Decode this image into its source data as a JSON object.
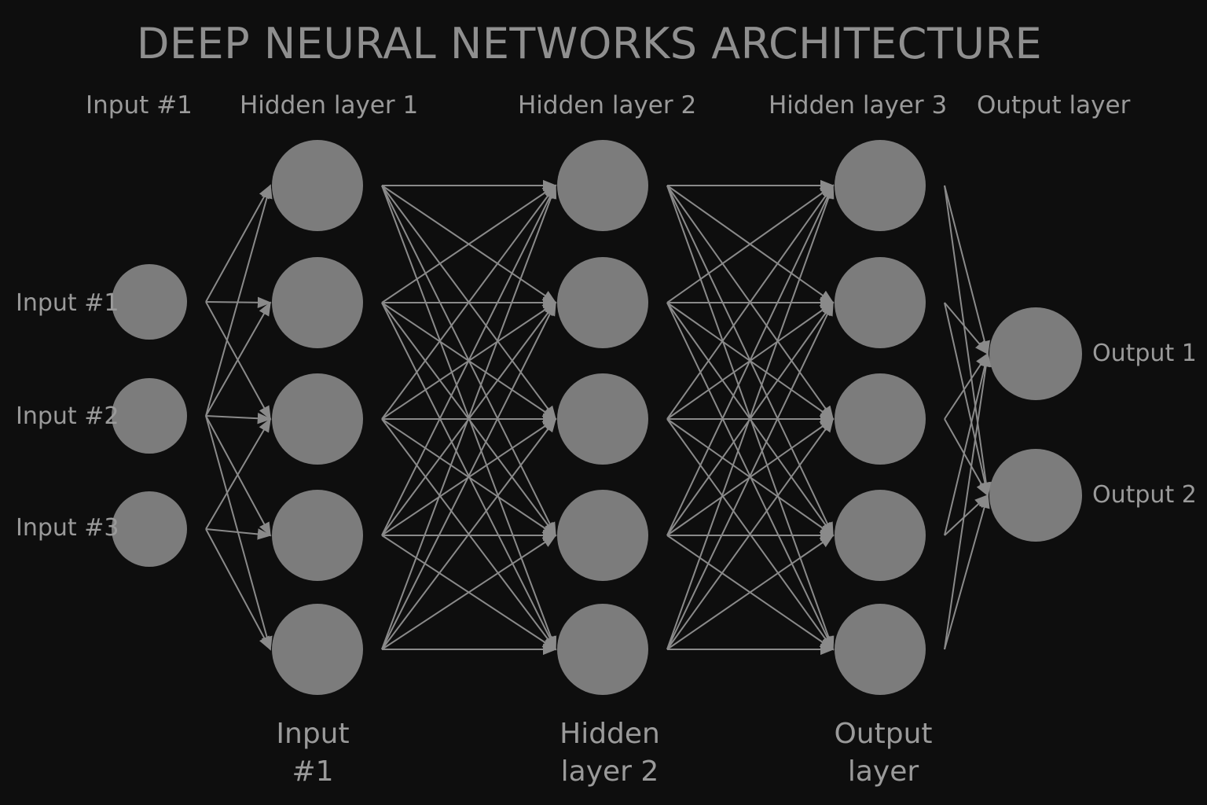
{
  "title": "DEEP NEURAL NETWORKS ARCHITECTURE",
  "column_headers": [
    "Input #1",
    "Hidden layer 1",
    "Hidden layer 2",
    "Hidden layer 3",
    "Output layer"
  ],
  "input_labels": [
    "Input #1",
    "Input #2",
    "Input #3"
  ],
  "output_labels": [
    "Output 1",
    "Output 2"
  ],
  "bottom_labels": [
    [
      "Input",
      "#1"
    ],
    [
      "Hidden",
      "layer 2"
    ],
    [
      "Output",
      "layer"
    ]
  ],
  "colors": {
    "background": "#0e0e0e",
    "node": "#7c7c7c",
    "edge": "#8a8a8a",
    "text": "#9a9a9a"
  },
  "network": {
    "layers": [
      {
        "name": "Input",
        "nodes": 3
      },
      {
        "name": "Hidden layer 1",
        "nodes": 5
      },
      {
        "name": "Hidden layer 2",
        "nodes": 5
      },
      {
        "name": "Hidden layer 3",
        "nodes": 5
      },
      {
        "name": "Output layer",
        "nodes": 2
      }
    ],
    "connectivity": "fully-connected"
  }
}
